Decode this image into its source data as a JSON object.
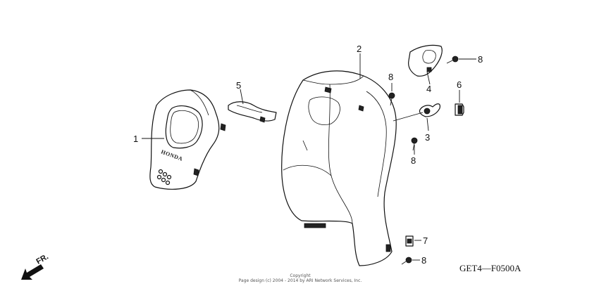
{
  "callouts": {
    "c1": "1",
    "c2": "2",
    "c3": "3",
    "c4": "4",
    "c5": "5",
    "c6": "6",
    "c7": "7",
    "c8a": "8",
    "c8b": "8",
    "c8c": "8",
    "c8d": "8"
  },
  "front_indicator": "FR.",
  "diagram_code": "GET4—F0500A",
  "copyright": {
    "line1": "Copyright",
    "line2": "Page design (c) 2004 - 2014 by ARI Network Services, Inc."
  },
  "brand_mark": "HONDA"
}
